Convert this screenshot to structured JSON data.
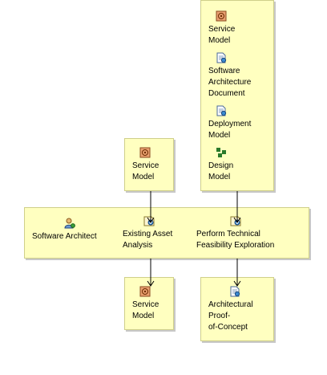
{
  "colors": {
    "box_fill": "#ffffc0",
    "box_border": "#cfcf8a",
    "connector": "#000000"
  },
  "inputs_top_right": {
    "items": [
      {
        "label": "Service\nModel",
        "icon": "artifact-model-icon"
      },
      {
        "label": "Software\nArchitecture\nDocument",
        "icon": "document-icon"
      },
      {
        "label": "Deployment\nModel",
        "icon": "document-icon"
      },
      {
        "label": "Design\nModel",
        "icon": "design-model-icon"
      }
    ]
  },
  "inputs_top_left": {
    "items": [
      {
        "label": "Service\nModel",
        "icon": "artifact-model-icon"
      }
    ]
  },
  "workflow": {
    "role": {
      "label": "Software Architect",
      "icon": "role-icon"
    },
    "tasks": [
      {
        "label": "Existing Asset\nAnalysis",
        "icon": "task-icon"
      },
      {
        "label": "Perform Technical\nFeasibility Exploration",
        "icon": "task-icon"
      }
    ]
  },
  "outputs": {
    "left": {
      "label": "Service\nModel",
      "icon": "artifact-model-icon"
    },
    "right": {
      "label": "Architectural\nProof-\nof-Concept",
      "icon": "document-icon"
    }
  }
}
